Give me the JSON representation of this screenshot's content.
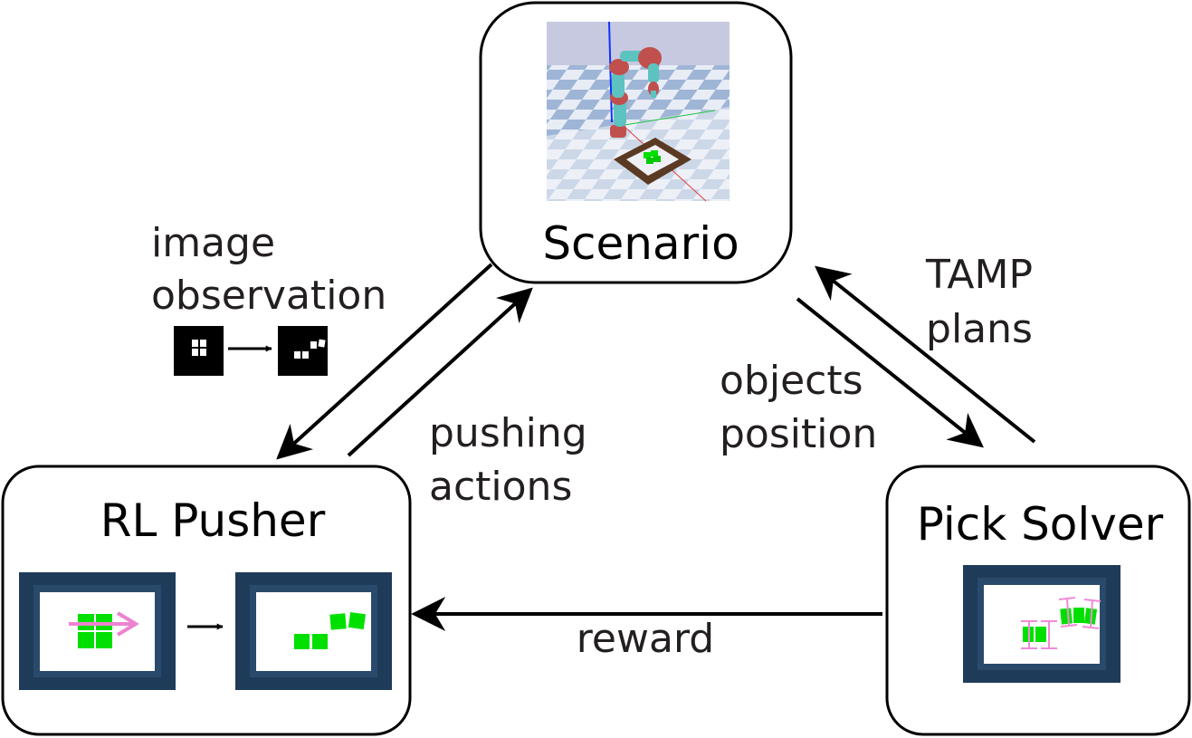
{
  "nodes": {
    "scenario": {
      "label": "Scenario"
    },
    "rl_pusher": {
      "label": "RL Pusher"
    },
    "pick_solver": {
      "label": "Pick Solver"
    }
  },
  "edges": {
    "image_observation": {
      "line1": "image",
      "line2": "observation"
    },
    "pushing_actions": {
      "line1": "pushing",
      "line2": "actions"
    },
    "objects_position": {
      "line1": "objects",
      "line2": "position"
    },
    "tamp_plans": {
      "line1": "TAMP",
      "line2": "plans"
    },
    "reward": {
      "label": "reward"
    }
  },
  "colors": {
    "frame": "#1f3b5a",
    "frame_inner": "#2a4a6c",
    "cube": "#00e000",
    "push_arrow": "#ef82d0",
    "gripper": "#f08ad8",
    "robot_red": "#c0504d",
    "robot_teal": "#5cc3c0",
    "tray": "#5a3a22",
    "sky": "#c7c9e0",
    "floor_light": "#e8ecf5",
    "floor_dark": "#9eb5d6"
  }
}
